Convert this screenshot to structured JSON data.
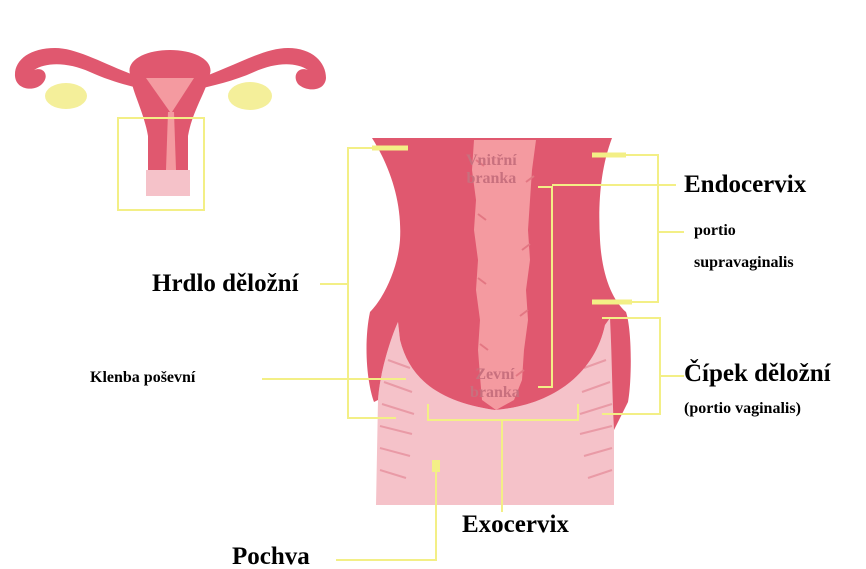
{
  "diagram": {
    "labels": {
      "endocervix": "Endocervix",
      "portio_supra_line1": "portio",
      "portio_supra_line2": "supravaginalis",
      "hrdlo": "Hrdlo děložní",
      "klenba": "Klenba poševní",
      "cipek": "Čípek děložní",
      "portio_vaginalis": "(portio vaginalis)",
      "exocervix": "Exocervix",
      "pochva": "Pochva",
      "vnitrni_line1": "Vnitřní",
      "vnitrni_line2": "branka",
      "zevni_line1": "Zevní",
      "zevni_line2": "branka"
    },
    "colors": {
      "uterus": "#e0586f",
      "canal": "#f49aa0",
      "vagina": "#f5c2c9",
      "leader": "#f3ef86",
      "ovary": "#f4ef9a",
      "inner_text": "#c8707e"
    }
  }
}
